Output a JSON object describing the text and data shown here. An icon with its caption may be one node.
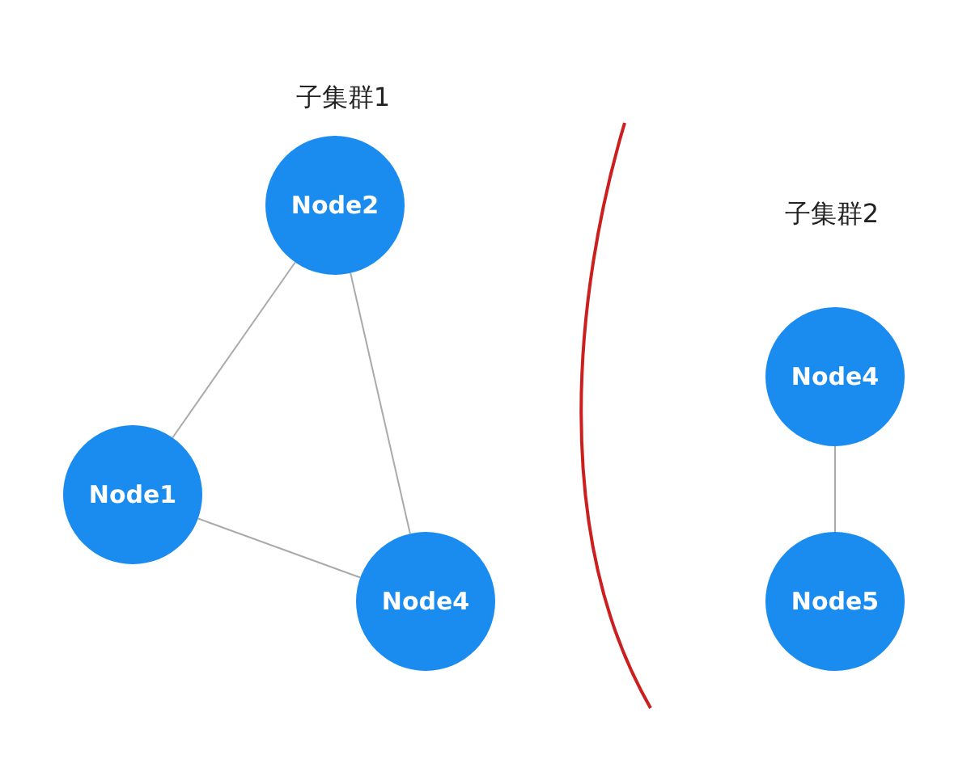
{
  "diagram": {
    "nodes": [
      {
        "text": [
          "Node2"
        ]
      },
      {
        "text": [
          "Node1"
        ]
      },
      {
        "text": [
          "Node4"
        ]
      },
      {
        "text": [
          "Node4"
        ]
      },
      {
        "text": [
          "Node5"
        ]
      }
    ],
    "edges": [
      {
        "from": 0,
        "to": 1,
        "arrow": "none"
      },
      {
        "from": 0,
        "to": 2,
        "arrow": "none"
      },
      {
        "from": 1,
        "to": 2,
        "arrow": "none"
      },
      {
        "from": 3,
        "to": 4,
        "arrow": "none"
      }
    ],
    "labels": [
      "子集群1",
      "子集群2"
    ]
  }
}
